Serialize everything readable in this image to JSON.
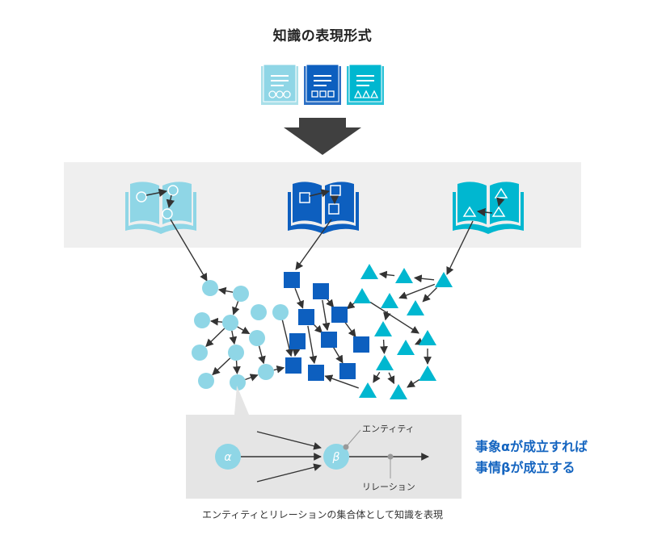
{
  "title": "知識の表現形式",
  "colors": {
    "circle": "#8fd6e6",
    "square": "#0d5fbf",
    "triangle": "#00b7d0",
    "arrow": "#333333",
    "band": "#efefef",
    "inset": "#e5e5e5",
    "accent_text": "#1565c0"
  },
  "top_books": [
    {
      "kind": "circle",
      "icon": "document-book-circles-icon"
    },
    {
      "kind": "square",
      "icon": "document-book-squares-icon"
    },
    {
      "kind": "triangle",
      "icon": "document-book-triangles-icon"
    }
  ],
  "open_books": [
    {
      "kind": "circle",
      "icon": "open-book-circles-icon"
    },
    {
      "kind": "square",
      "icon": "open-book-squares-icon"
    },
    {
      "kind": "triangle",
      "icon": "open-book-triangles-icon"
    }
  ],
  "inset": {
    "node_alpha": "α",
    "node_beta": "β",
    "entity_label": "エンティティ",
    "relation_label": "リレーション"
  },
  "rule": {
    "line1": "事象αが成立すれば",
    "line2": "事情βが成立する"
  },
  "caption": "エンティティとリレーションの集合体として知識を表現"
}
